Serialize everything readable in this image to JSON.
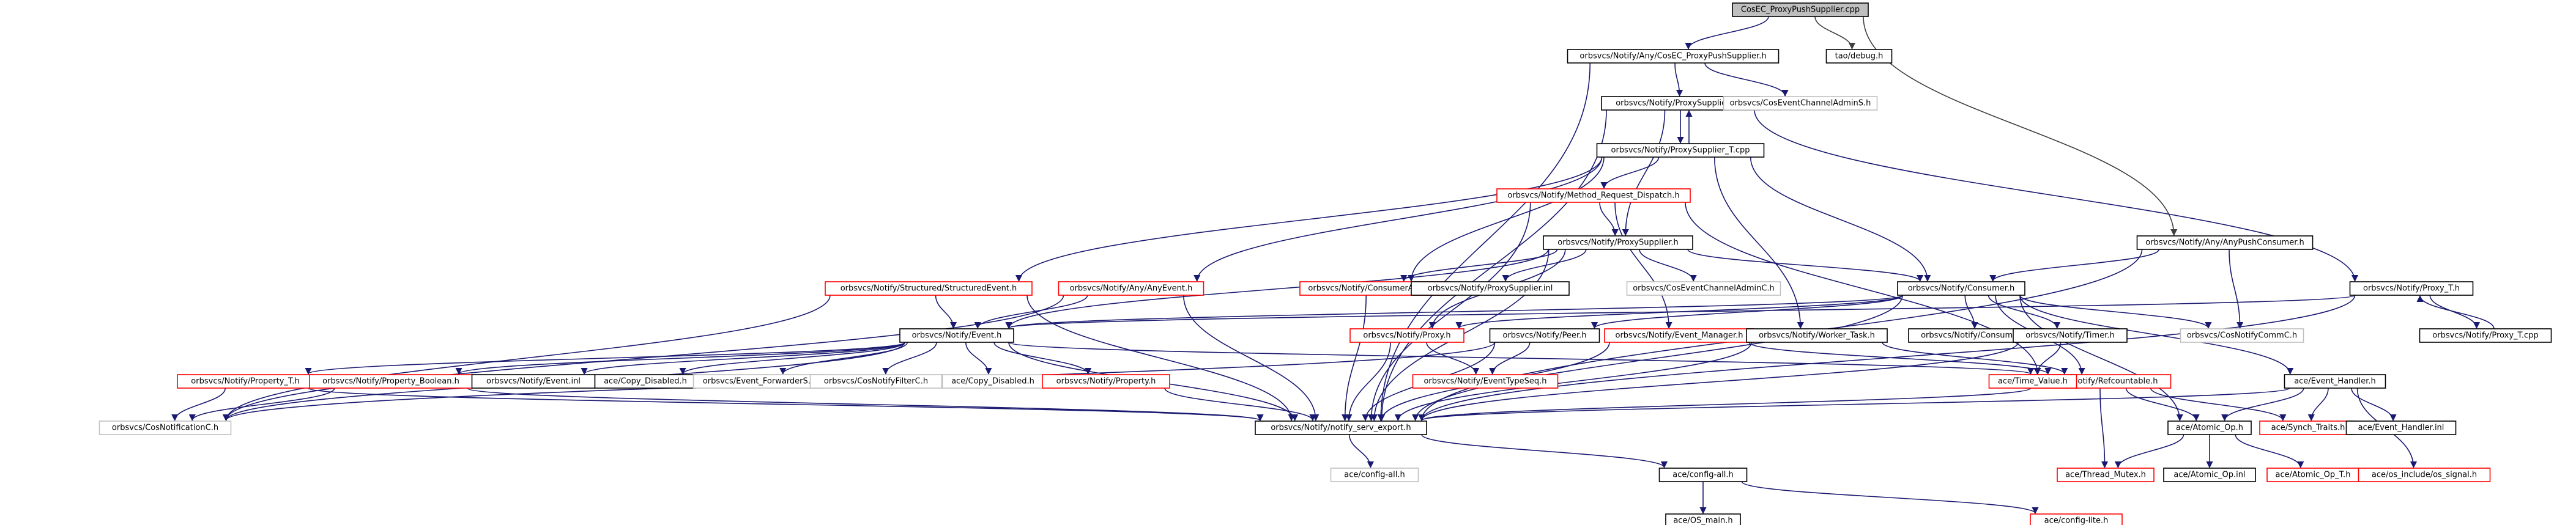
{
  "colors": {
    "background": "#ffffff",
    "root_fill": "#bfbfbf",
    "default_fill": "#ffffff",
    "edge": "#191970",
    "edge_alt": "#404040",
    "border_documented": "#000000",
    "border_undocumented": "#ff0000",
    "border_external": "#bfbfbf",
    "text": "#000000"
  },
  "nodes": [
    {
      "id": "root",
      "label": "CosEC_ProxyPushSupplier.cpp",
      "style": "root"
    },
    {
      "id": "n1",
      "label": "orbsvcs/Notify/Any/CosEC_ProxyPushSupplier.h",
      "style": "black"
    },
    {
      "id": "tao_debug",
      "label": "tao/debug.h",
      "style": "black"
    },
    {
      "id": "n3",
      "label": "orbsvcs/Notify/ProxySupplier_T.h",
      "style": "black"
    },
    {
      "id": "cec_s",
      "label": "orbsvcs/CosEventChannelAdminS.h",
      "style": "grey"
    },
    {
      "id": "n5",
      "label": "orbsvcs/Notify/ProxySupplier_T.cpp",
      "style": "black"
    },
    {
      "id": "mrd",
      "label": "orbsvcs/Notify/Method_Request_Dispatch.h",
      "style": "red"
    },
    {
      "id": "ps",
      "label": "orbsvcs/Notify/ProxySupplier.h",
      "style": "black"
    },
    {
      "id": "apc",
      "label": "orbsvcs/Notify/Any/AnyPushConsumer.h",
      "style": "black"
    },
    {
      "id": "se",
      "label": "orbsvcs/Notify/Structured/StructuredEvent.h",
      "style": "red"
    },
    {
      "id": "ae",
      "label": "orbsvcs/Notify/Any/AnyEvent.h",
      "style": "red"
    },
    {
      "id": "ca",
      "label": "orbsvcs/Notify/ConsumerAdmin.h",
      "style": "red"
    },
    {
      "id": "psi",
      "label": "orbsvcs/Notify/ProxySupplier.inl",
      "style": "black"
    },
    {
      "id": "cec_c",
      "label": "orbsvcs/CosEventChannelAdminC.h",
      "style": "grey"
    },
    {
      "id": "cons",
      "label": "orbsvcs/Notify/Consumer.h",
      "style": "black"
    },
    {
      "id": "proxy_t",
      "label": "orbsvcs/Notify/Proxy_T.h",
      "style": "black"
    },
    {
      "id": "ev",
      "label": "orbsvcs/Notify/Event.h",
      "style": "black"
    },
    {
      "id": "proxy",
      "label": "orbsvcs/Notify/Proxy.h",
      "style": "red"
    },
    {
      "id": "peer",
      "label": "orbsvcs/Notify/Peer.h",
      "style": "black"
    },
    {
      "id": "em",
      "label": "orbsvcs/Notify/Event_Manager.h",
      "style": "red"
    },
    {
      "id": "wt",
      "label": "orbsvcs/Notify/Worker_Task.h",
      "style": "black"
    },
    {
      "id": "cinl",
      "label": "orbsvcs/Notify/Consumer.inl",
      "style": "black"
    },
    {
      "id": "timer",
      "label": "orbsvcs/Notify/Timer.h",
      "style": "black"
    },
    {
      "id": "cnc",
      "label": "orbsvcs/CosNotifyCommC.h",
      "style": "grey"
    },
    {
      "id": "proxy_tcpp",
      "label": "orbsvcs/Notify/Proxy_T.cpp",
      "style": "black"
    },
    {
      "id": "prop_t",
      "label": "orbsvcs/Notify/Property_T.h",
      "style": "red"
    },
    {
      "id": "prop_b",
      "label": "orbsvcs/Notify/Property_Boolean.h",
      "style": "red"
    },
    {
      "id": "ev_inl",
      "label": "orbsvcs/Notify/Event.inl",
      "style": "black"
    },
    {
      "id": "copy_dis_h",
      "label": "ace/Copy_Disabled.h",
      "style": "black"
    },
    {
      "id": "efs",
      "label": "orbsvcs/Event_ForwarderS.h",
      "style": "grey"
    },
    {
      "id": "cnf",
      "label": "orbsvcs/CosNotifyFilterC.h",
      "style": "grey"
    },
    {
      "id": "copy_dis",
      "label": "ace/Copy_Disabled.h",
      "style": "grey"
    },
    {
      "id": "prop",
      "label": "orbsvcs/Notify/Property.h",
      "style": "red"
    },
    {
      "id": "ets",
      "label": "orbsvcs/Notify/EventTypeSeq.h",
      "style": "red"
    },
    {
      "id": "rc",
      "label": "orbsvcs/Notify/Refcountable.h",
      "style": "red"
    },
    {
      "id": "tv",
      "label": "ace/Time_Value.h",
      "style": "red"
    },
    {
      "id": "eh",
      "label": "ace/Event_Handler.h",
      "style": "black"
    },
    {
      "id": "cnotc",
      "label": "orbsvcs/CosNotificationC.h",
      "style": "grey"
    },
    {
      "id": "export",
      "label": "orbsvcs/Notify/notify_serv_export.h",
      "style": "black"
    },
    {
      "id": "atomic",
      "label": "ace/Atomic_Op.h",
      "style": "black"
    },
    {
      "id": "synch",
      "label": "ace/Synch_Traits.h",
      "style": "red"
    },
    {
      "id": "ehinl",
      "label": "ace/Event_Handler.inl",
      "style": "black"
    },
    {
      "id": "cfg_all_g",
      "label": "ace/config-all.h",
      "style": "grey"
    },
    {
      "id": "cfg_all",
      "label": "ace/config-all.h",
      "style": "black"
    },
    {
      "id": "thr",
      "label": "ace/Thread_Mutex.h",
      "style": "red"
    },
    {
      "id": "at_inl",
      "label": "ace/Atomic_Op.inl",
      "style": "black"
    },
    {
      "id": "at_t",
      "label": "ace/Atomic_Op_T.h",
      "style": "red"
    },
    {
      "id": "sig",
      "label": "ace/os_include/os_signal.h",
      "style": "red"
    },
    {
      "id": "os_main",
      "label": "ace/OS_main.h",
      "style": "black"
    },
    {
      "id": "cfg_lite",
      "label": "ace/config-lite.h",
      "style": "red"
    }
  ],
  "edges": [
    [
      "root",
      "n1"
    ],
    [
      "root",
      "tao_debug"
    ],
    [
      "root",
      "apc"
    ],
    [
      "n1",
      "n3"
    ],
    [
      "n1",
      "cec_s"
    ],
    [
      "n1",
      "export"
    ],
    [
      "n3",
      "n5"
    ],
    [
      "n3",
      "ps"
    ],
    [
      "n3",
      "proxy_t"
    ],
    [
      "n3",
      "export"
    ],
    [
      "n5",
      "n3"
    ],
    [
      "n5",
      "mrd"
    ],
    [
      "n5",
      "se"
    ],
    [
      "n5",
      "ae"
    ],
    [
      "n5",
      "ca"
    ],
    [
      "n5",
      "cons"
    ],
    [
      "n5",
      "wt"
    ],
    [
      "mrd",
      "ps"
    ],
    [
      "mrd",
      "em"
    ],
    [
      "mrd",
      "rc"
    ],
    [
      "mrd",
      "export"
    ],
    [
      "ps",
      "ca"
    ],
    [
      "ps",
      "psi"
    ],
    [
      "ps",
      "cec_c"
    ],
    [
      "ps",
      "cons"
    ],
    [
      "ps",
      "ev"
    ],
    [
      "ps",
      "proxy"
    ],
    [
      "ps",
      "export"
    ],
    [
      "apc",
      "cons"
    ],
    [
      "apc",
      "cnc"
    ],
    [
      "apc",
      "export"
    ],
    [
      "se",
      "ev"
    ],
    [
      "se",
      "cnotc"
    ],
    [
      "se",
      "export"
    ],
    [
      "ae",
      "ev"
    ],
    [
      "ae",
      "cnotc"
    ],
    [
      "ae",
      "export"
    ],
    [
      "ca",
      "export"
    ],
    [
      "cons",
      "ev"
    ],
    [
      "cons",
      "proxy"
    ],
    [
      "cons",
      "peer"
    ],
    [
      "cons",
      "cinl"
    ],
    [
      "cons",
      "timer"
    ],
    [
      "cons",
      "cnc"
    ],
    [
      "cons",
      "rc"
    ],
    [
      "cons",
      "eh"
    ],
    [
      "cons",
      "atomic"
    ],
    [
      "cons",
      "export"
    ],
    [
      "proxy_t",
      "proxy_tcpp"
    ],
    [
      "proxy_tcpp",
      "proxy_t"
    ],
    [
      "proxy_t",
      "ev"
    ],
    [
      "proxy_t",
      "export"
    ],
    [
      "ev",
      "prop_t"
    ],
    [
      "ev",
      "prop_b"
    ],
    [
      "ev",
      "ev_inl"
    ],
    [
      "ev",
      "copy_dis_h"
    ],
    [
      "ev",
      "efs"
    ],
    [
      "ev",
      "cnf"
    ],
    [
      "ev",
      "copy_dis"
    ],
    [
      "ev",
      "prop"
    ],
    [
      "ev",
      "cnotc"
    ],
    [
      "ev",
      "rc"
    ],
    [
      "ev",
      "export"
    ],
    [
      "proxy",
      "ets"
    ],
    [
      "proxy",
      "export"
    ],
    [
      "peer",
      "ets"
    ],
    [
      "peer",
      "cnotc"
    ],
    [
      "peer",
      "export"
    ],
    [
      "em",
      "rc"
    ],
    [
      "em",
      "export"
    ],
    [
      "wt",
      "rc"
    ],
    [
      "wt",
      "export"
    ],
    [
      "timer",
      "tv"
    ],
    [
      "timer",
      "export"
    ],
    [
      "prop_t",
      "cnotc"
    ],
    [
      "prop_t",
      "export"
    ],
    [
      "prop_b",
      "cnotc"
    ],
    [
      "prop_b",
      "export"
    ],
    [
      "prop",
      "export"
    ],
    [
      "rc",
      "atomic"
    ],
    [
      "rc",
      "synch"
    ],
    [
      "rc",
      "thr"
    ],
    [
      "rc",
      "export"
    ],
    [
      "eh",
      "atomic"
    ],
    [
      "eh",
      "synch"
    ],
    [
      "eh",
      "ehinl"
    ],
    [
      "eh",
      "sig"
    ],
    [
      "eh",
      "export"
    ],
    [
      "atomic",
      "thr"
    ],
    [
      "atomic",
      "at_inl"
    ],
    [
      "atomic",
      "at_t"
    ],
    [
      "export",
      "cfg_all_g"
    ],
    [
      "export",
      "cfg_all"
    ],
    [
      "cfg_all",
      "os_main"
    ],
    [
      "cfg_all",
      "cfg_lite"
    ]
  ]
}
